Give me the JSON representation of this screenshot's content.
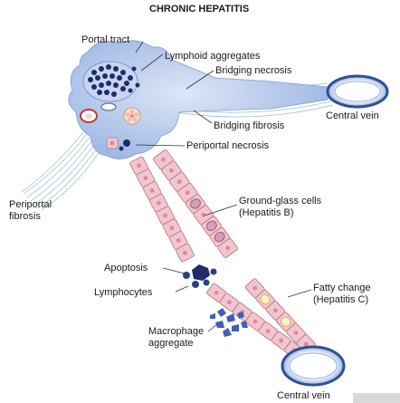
{
  "title": "CHRONIC HEPATITIS",
  "labels": {
    "portal_tract": "Portal tract",
    "lymphoid_aggregates": "Lymphoid aggregates",
    "bridging_necrosis": "Bridging necrosis",
    "central_vein_top": "Central vein",
    "bridging_fibrosis": "Bridging fibrosis",
    "periportal_necrosis": "Periportal necrosis",
    "periportal_fibrosis_line1": "Periportal",
    "periportal_fibrosis_line2": "fibrosis",
    "ground_glass_line1": "Ground-glass cells",
    "ground_glass_line2": "(Hepatitis B)",
    "apoptosis": "Apoptosis",
    "lymphocytes": "Lymphocytes",
    "fatty_change_line1": "Fatty change",
    "fatty_change_line2": "(Hepatitis C)",
    "macrophage_line1": "Macrophage",
    "macrophage_line2": "aggregate",
    "central_vein_bottom": "Central vein"
  },
  "colors": {
    "portal_fill": "#a9bfe8",
    "fibrosis_strand": "#8fb3c9",
    "hepatocyte_fill": "#f3c6cf",
    "hepatocyte_outline": "#b0707e",
    "nucleus": "#d98ba0",
    "lymphocyte": "#1f2b6b",
    "vein_ring": "#3a5faa",
    "text": "#1a1a1a"
  }
}
